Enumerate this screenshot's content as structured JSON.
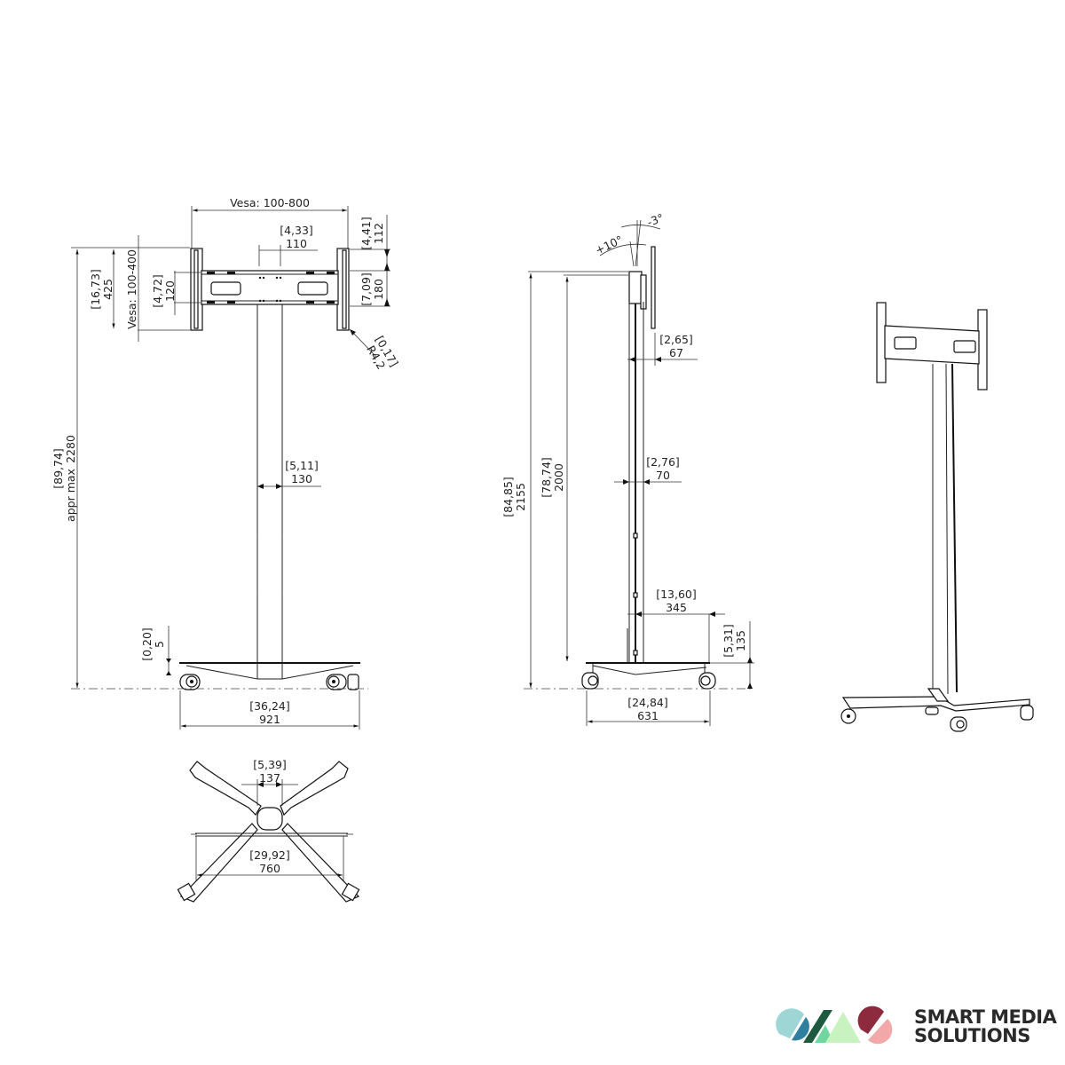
{
  "front_view": {
    "vesa_width": "Vesa: 100-800",
    "vesa_height": "Vesa: 100-400",
    "clamp_spacing": {
      "inch": "[4,33]",
      "mm": "110"
    },
    "hole_spacing": {
      "inch": "[4,72]",
      "mm": "120"
    },
    "bracket_height": {
      "inch": "[16,73]",
      "mm": "425"
    },
    "top_offset": {
      "inch": "[4,41]",
      "mm": "112"
    },
    "rail_height": {
      "inch": "[7,09]",
      "mm": "180"
    },
    "radius": {
      "inch": "[0,17]",
      "mm": "R4,2"
    },
    "total_height": {
      "prefix": "appr max",
      "inch": "[89,74]",
      "mm": "2280"
    },
    "column_width": {
      "inch": "[5,11]",
      "mm": "130"
    },
    "ground_clearance": {
      "inch": "[0,20]",
      "mm": "5"
    },
    "base_width": {
      "inch": "[36,24]",
      "mm": "921"
    }
  },
  "top_view": {
    "hub_width": {
      "inch": "[5,39]",
      "mm": "137"
    },
    "bar_width": {
      "inch": "[29,92]",
      "mm": "760"
    }
  },
  "side_view": {
    "tilt_up": "+10°",
    "tilt_down": "-3°",
    "overall_height": {
      "inch": "[84,85]",
      "mm": "2155"
    },
    "column_height": {
      "inch": "[78,74]",
      "mm": "2000"
    },
    "mount_offset": {
      "inch": "[2,65]",
      "mm": "67"
    },
    "column_depth": {
      "inch": "[2,76]",
      "mm": "70"
    },
    "foot_offset": {
      "inch": "[13,60]",
      "mm": "345"
    },
    "base_height": {
      "inch": "[5,31]",
      "mm": "135"
    },
    "base_depth": {
      "inch": "[24,84]",
      "mm": "631"
    }
  },
  "brand": {
    "line1": "SMART MEDIA",
    "line2": "SOLUTIONS",
    "colors": [
      "#9ed6d6",
      "#2e7fa0",
      "#1e5a40",
      "#6fd6a0",
      "#c8f2c0",
      "#8e2a3e",
      "#f2a8a8"
    ]
  }
}
